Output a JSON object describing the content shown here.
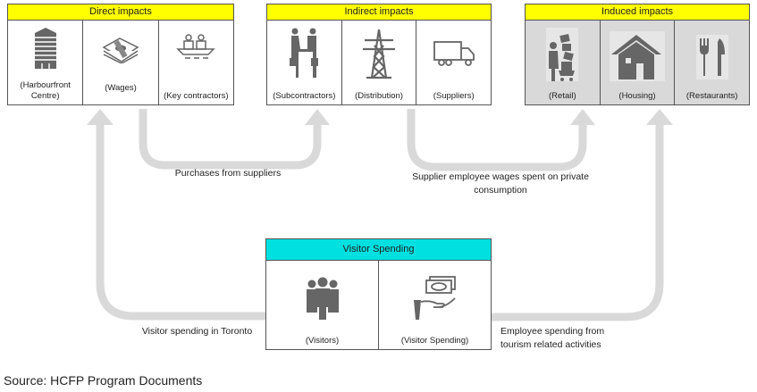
{
  "groups": {
    "direct": {
      "title": "Direct impacts",
      "header_color": "#ffff00",
      "items": [
        {
          "icon": "office-building-icon",
          "label": "(Harbourfront Centre)"
        },
        {
          "icon": "money-stack-icon",
          "label": "(Wages)"
        },
        {
          "icon": "workers-conveyor-icon",
          "label": "(Key contractors)"
        }
      ]
    },
    "indirect": {
      "title": "Indirect impacts",
      "header_color": "#ffff00",
      "items": [
        {
          "icon": "handshake-icon",
          "label": "(Subcontractors)"
        },
        {
          "icon": "power-tower-icon",
          "label": "(Distribution)"
        },
        {
          "icon": "truck-icon",
          "label": "(Suppliers)"
        }
      ]
    },
    "induced": {
      "title": "Induced impacts",
      "header_color": "#ffff00",
      "items": [
        {
          "icon": "shopping-cart-icon",
          "label": "(Retail)"
        },
        {
          "icon": "house-icon",
          "label": "(Housing)"
        },
        {
          "icon": "fork-knife-icon",
          "label": "(Restaurants)"
        }
      ]
    },
    "visitor": {
      "title": "Visitor Spending",
      "header_color": "#00e0e0",
      "items": [
        {
          "icon": "people-group-icon",
          "label": "(Visitors)"
        },
        {
          "icon": "cash-in-hand-icon",
          "label": "(Visitor Spending)"
        }
      ]
    }
  },
  "flows": {
    "purchases": "Purchases from suppliers",
    "supplier_wages": "Supplier employee wages spent on private consumption",
    "visitor_toronto": "Visitor spending in Toronto",
    "employee_tourism": "Employee spending from tourism related activities"
  },
  "source": "Source: HCFP Program Documents",
  "colors": {
    "arrow": "#d9d9d9",
    "icon": "#666666"
  }
}
